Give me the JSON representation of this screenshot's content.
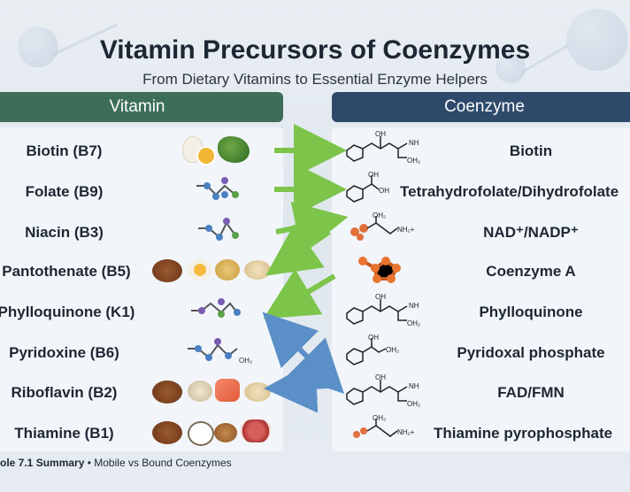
{
  "title": "Vitamin Precursors of Coenzymes",
  "subtitle": "From Dietary Vitamins to Essential Enzyme Helpers",
  "headers": {
    "vitamin": "Vitamin",
    "coenzyme": "Coenzyme"
  },
  "rows": [
    {
      "vitamin": "Biotin (B7)",
      "coenzyme": "Biotin",
      "foods": [
        "egg-icon",
        "greens-icon"
      ]
    },
    {
      "vitamin": "Folate (B9)",
      "coenzyme": "Tetrahydrofolate/Dihydrofolate",
      "foods": []
    },
    {
      "vitamin": "Niacin (B3)",
      "coenzyme": "NAD⁺/NADP⁺",
      "foods": []
    },
    {
      "vitamin": "Pantothenate (B5)",
      "coenzyme": "Coenzyme A",
      "foods": [
        "lentils-icon",
        "egg-icon",
        "grain-icon",
        "cashew-icon"
      ]
    },
    {
      "vitamin": "Phylloquinone (K1)",
      "coenzyme": "Phylloquinone",
      "foods": []
    },
    {
      "vitamin": "Pyridoxine (B6)",
      "coenzyme": "Pyridoxal phosphate",
      "foods": []
    },
    {
      "vitamin": "Riboflavin (B2)",
      "coenzyme": "FAD/FMN",
      "foods": [
        "lentils-icon",
        "mushroom-icon",
        "salmon-icon",
        "cashew-icon"
      ]
    },
    {
      "vitamin": "Thiamine (B1)",
      "coenzyme": "Thiamine pyrophosphate",
      "foods": [
        "lentils-icon",
        "nut-icon",
        "almond-icon",
        "steak-icon"
      ]
    }
  ],
  "structure_labels": {
    "oh": "OH",
    "nh": "NH",
    "oh2": "OH₂",
    "nh2plus": "NH₂+"
  },
  "footer": {
    "prefix": "ole 7.1 Summary",
    "sep": " • ",
    "text": "Mobile vs Bound Coenzymes"
  },
  "colors": {
    "vitamin_header": "#3d6e5a",
    "coenzyme_header": "#2e4a6b",
    "green_arrow": "#7cc44a",
    "blue_arrow": "#5b8fc7"
  }
}
